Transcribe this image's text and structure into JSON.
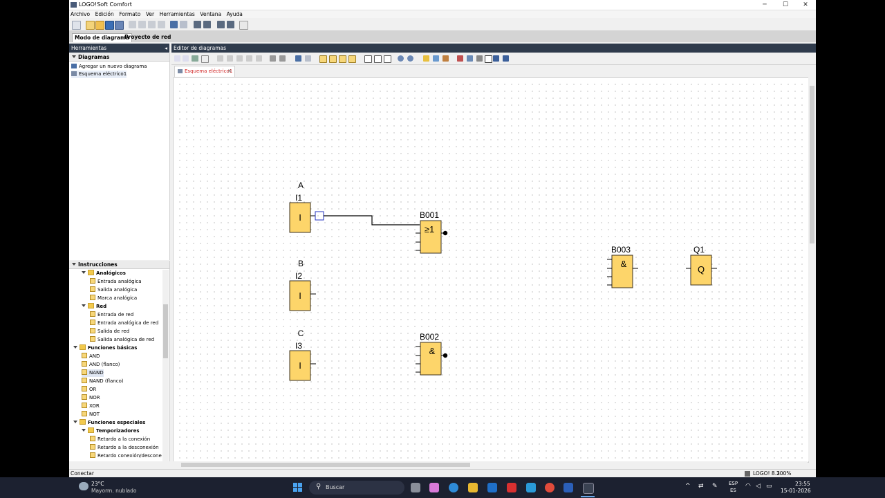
{
  "window": {
    "title": "LOGO!Soft Comfort",
    "minimize": "─",
    "maximize": "☐",
    "close": "✕"
  },
  "menu": [
    "Archivo",
    "Edición",
    "Formato",
    "Ver",
    "Herramientas",
    "Ventana",
    "Ayuda"
  ],
  "mode_tabs": [
    "Modo de diagrama",
    "Proyecto de red"
  ],
  "sidebar": {
    "header": "Herramientas",
    "diagrams_title": "Diagramas",
    "diagrams": [
      "Agregar un nuevo diagrama",
      "Esquema eléctrico1"
    ],
    "instructions_title": "Instrucciones",
    "tree": [
      {
        "label": "Analógicos",
        "level": 1,
        "type": "folder"
      },
      {
        "label": "Entrada analógica",
        "level": 2,
        "type": "item"
      },
      {
        "label": "Salida analógica",
        "level": 2,
        "type": "item"
      },
      {
        "label": "Marca analógica",
        "level": 2,
        "type": "item"
      },
      {
        "label": "Red",
        "level": 1,
        "type": "folder"
      },
      {
        "label": "Entrada de red",
        "level": 2,
        "type": "item"
      },
      {
        "label": "Entrada analógica de red",
        "level": 2,
        "type": "item"
      },
      {
        "label": "Salida de red",
        "level": 2,
        "type": "item"
      },
      {
        "label": "Salida analógica de red",
        "level": 2,
        "type": "item"
      },
      {
        "label": "Funciones básicas",
        "level": 0,
        "type": "folder"
      },
      {
        "label": "AND",
        "level": 1,
        "type": "item"
      },
      {
        "label": "AND (flanco)",
        "level": 1,
        "type": "item"
      },
      {
        "label": "NAND",
        "level": 1,
        "type": "item",
        "selected": true
      },
      {
        "label": "NAND (flanco)",
        "level": 1,
        "type": "item"
      },
      {
        "label": "OR",
        "level": 1,
        "type": "item"
      },
      {
        "label": "NOR",
        "level": 1,
        "type": "item"
      },
      {
        "label": "XOR",
        "level": 1,
        "type": "item"
      },
      {
        "label": "NOT",
        "level": 1,
        "type": "item"
      },
      {
        "label": "Funciones especiales",
        "level": 0,
        "type": "folder"
      },
      {
        "label": "Temporizadores",
        "level": 1,
        "type": "folder"
      },
      {
        "label": "Retardo a la conexión",
        "level": 2,
        "type": "item"
      },
      {
        "label": "Retardo a la desconexión",
        "level": 2,
        "type": "item"
      },
      {
        "label": "Retardo conexión/desconexión",
        "level": 2,
        "type": "item"
      }
    ]
  },
  "editor": {
    "header": "Editor de diagramas",
    "doc_tab": "Esquema eléctrico1",
    "doc_tab_close": "✕"
  },
  "blocks": {
    "in_a": {
      "label": "A",
      "id": "I1",
      "symbol": "I"
    },
    "in_b": {
      "label": "B",
      "id": "I2",
      "symbol": "I"
    },
    "in_c": {
      "label": "C",
      "id": "I3",
      "symbol": "I"
    },
    "b001": {
      "id": "B001",
      "symbol": "≥1"
    },
    "b002": {
      "id": "B002",
      "symbol": "&"
    },
    "b003": {
      "id": "B003",
      "symbol": "&"
    },
    "q1": {
      "id": "Q1",
      "symbol": "Q"
    }
  },
  "status": {
    "left": "Conectar",
    "device": "LOGO! 8.3",
    "zoom": "200%"
  },
  "taskbar": {
    "weather_temp": "23°C",
    "weather_desc": "Mayorm. nublado",
    "search": "Buscar",
    "lang1": "ESP",
    "lang2": "ES",
    "time": "23:55",
    "date": "15-01-2026"
  },
  "colors": {
    "block_fill": "#fdd56a",
    "block_border": "#3a3020",
    "header_dark": "#2f3b4c",
    "tab_text": "#d02020"
  }
}
